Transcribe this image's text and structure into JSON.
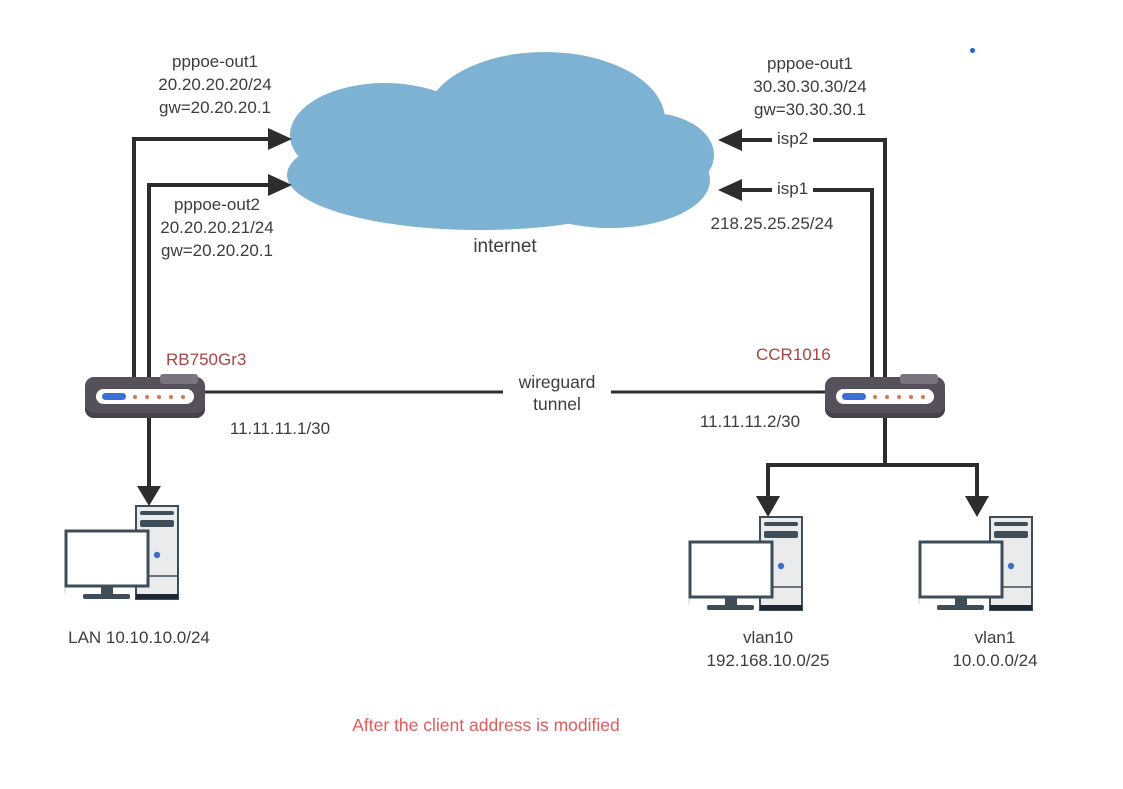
{
  "cloud": {
    "label": "internet",
    "color": "#7eb2d3"
  },
  "left_router": {
    "name": "RB750Gr3",
    "wan1": "pppoe-out1\n20.20.20.20/24\ngw=20.20.20.1",
    "wan2": "pppoe-out2\n20.20.20.21/24\ngw=20.20.20.1",
    "tunnel_ip": "11.11.11.1/30",
    "lan": {
      "label": "LAN 10.10.10.0/24"
    }
  },
  "right_router": {
    "name": "CCR1016",
    "wan1": "pppoe-out1\n30.30.30.30/24\ngw=30.30.30.1",
    "isp2_label": "isp2",
    "isp1_label": "isp1",
    "isp1_ip": "218.25.25.25/24",
    "tunnel_ip": "11.11.11.2/30",
    "vlan10": {
      "label": "vlan10\n192.168.10.0/25"
    },
    "vlan1": {
      "label": "vlan1\n10.0.0.0/24"
    }
  },
  "tunnel": {
    "label": "wireguard\ntunnel"
  },
  "caption": {
    "text": "After the client address is modified",
    "color": "#e05b5b"
  },
  "colors": {
    "line": "#2d2d2d",
    "router_body": "#56505a",
    "router_label": "#a94442",
    "text": "#3d3d3d"
  }
}
